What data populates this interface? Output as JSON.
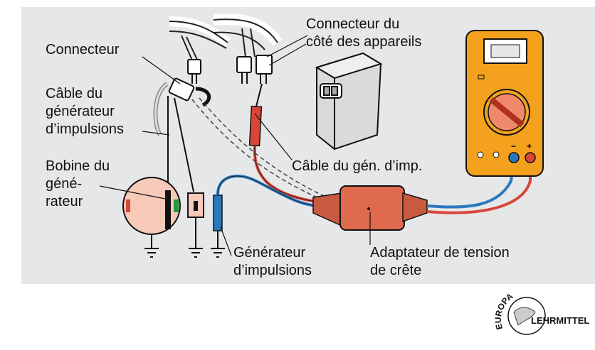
{
  "colors": {
    "panel": "#e6e7e8",
    "multimeter": "#f4a21e",
    "adapter": "#e06a4e",
    "coil": "#f7c9b8",
    "probe_red": "#d8463a",
    "probe_blue": "#2a78c0",
    "ecu": "#d9dadb"
  },
  "labels": {
    "connecteur": "Connecteur",
    "connecteur_appareils": [
      "Connecteur du",
      "côté des appareils"
    ],
    "cable_generateur": [
      "Câble du",
      "générateur",
      "d’impulsions"
    ],
    "bobine": [
      "Bobine du",
      "géné-",
      "rateur"
    ],
    "cable_gen_imp": "Câble du gén. d’imp.",
    "generateur_impulsions": [
      "Générateur",
      "d’impulsions"
    ],
    "adaptateur": [
      "Adaptateur de tension",
      "de crête"
    ]
  },
  "multimeter": {
    "minus": "−",
    "plus": "+"
  },
  "logo": {
    "top": "EUROPA",
    "bottom": "LEHRMITTEL"
  }
}
